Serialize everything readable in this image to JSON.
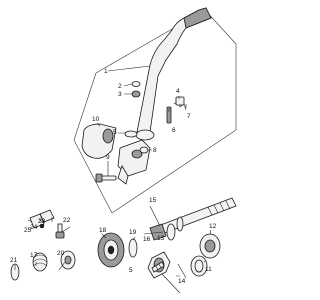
{
  "labels": {
    "p1": "1",
    "p2": "2",
    "p3": "3",
    "p4": "4",
    "p5": "5",
    "p6": "6",
    "p7": "7",
    "p8": "8",
    "p9": "9",
    "p10": "10",
    "p11": "11",
    "p12": "12",
    "p13": "13",
    "p14": "14",
    "p15": "15",
    "p16": "16",
    "p17": "17",
    "p18": "18",
    "p19": "19",
    "p20": "20",
    "p21": "21",
    "p22": "22",
    "p23": "23",
    "p24": "24",
    "p25": "25"
  }
}
